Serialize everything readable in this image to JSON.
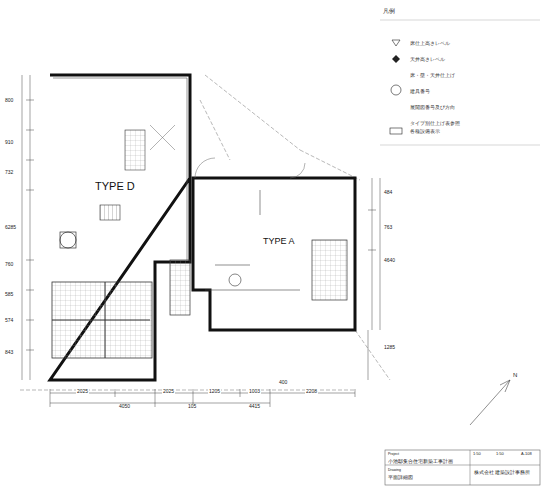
{
  "diagram": {
    "nodes": [
      {
        "text": [
          "TYPE D"
        ]
      },
      {
        "text": [
          "TYPE A"
        ]
      },
      {
        "text": [
          "Project",
          "小池邸集合住宅新築工事計画",
          "Drawing",
          "平面詳細図"
        ]
      }
    ],
    "labels": [
      "2025",
      "4050",
      "2025",
      "105",
      "1205",
      "1003",
      "4415",
      "2208",
      "400",
      "800",
      "910",
      "732",
      "6285",
      "760",
      "585",
      "574",
      "843",
      "484",
      "763",
      "4640",
      "1285",
      "凡例",
      "1:50",
      "1:50",
      "A-108",
      "株式会社 建築設計事務所",
      "N"
    ],
    "legend": [
      {
        "text": "床仕上高さレベル"
      },
      {
        "text": "天井高さレベル"
      },
      {
        "text": "床・壁・天井仕上げ"
      },
      {
        "text": "建具番号"
      },
      {
        "text": "展開図番号及び方向"
      },
      {
        "text": "タイプ別仕上げ表参照"
      },
      {
        "text": "各種設備表示"
      }
    ]
  }
}
